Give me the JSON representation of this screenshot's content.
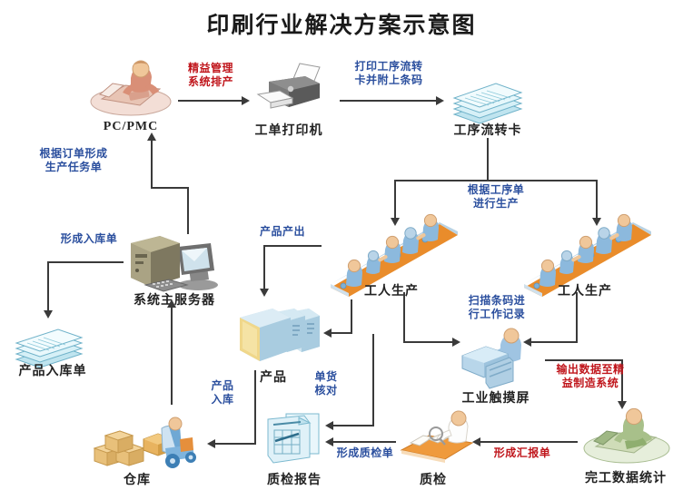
{
  "title": "印刷行业解决方案示意图",
  "colors": {
    "red_annotation": "#c0161c",
    "blue_annotation": "#2b4f9e",
    "connector": "#3a3a3a",
    "conveyor_orange": "#e98c2b",
    "worker_blue": "#8cb9dd",
    "background": "#ffffff"
  },
  "nodes": {
    "pc_pmc": {
      "label": "PC/PMC",
      "icon": "person-at-desk-icon"
    },
    "printer": {
      "label": "工单打印机",
      "icon": "printer-icon"
    },
    "process_flow_card": {
      "label": "工序流转卡",
      "icon": "card-stack-icon"
    },
    "main_server": {
      "label": "系统主服务器",
      "icon": "server-and-monitor-icon"
    },
    "product_inbound_form": {
      "label": "产品入库单",
      "icon": "form-stack-icon"
    },
    "product": {
      "label": "产品",
      "icon": "product-boxes-icon"
    },
    "warehouse": {
      "label": "仓库",
      "icon": "forklift-and-cartons-icon"
    },
    "quality_report": {
      "label": "质检报告",
      "icon": "report-document-icon"
    },
    "quality_inspection": {
      "label": "质检",
      "icon": "inspector-with-magnifier-icon"
    },
    "industrial_touchscreen": {
      "label": "工业触摸屏",
      "icon": "touchscreen-terminal-icon"
    },
    "completion_data_statistics": {
      "label": "完工数据统计",
      "icon": "person-at-desk-green-icon"
    },
    "worker_production_left": {
      "label": "工人生产",
      "icon": "assembly-line-icon"
    },
    "worker_production_right": {
      "label": "工人生产",
      "icon": "assembly-line-icon"
    }
  },
  "edges": {
    "lean_scheduling": "精益管理\n系统排产",
    "print_flow_card": "打印工序流转\n卡并附上条码",
    "order_to_task": "根据订单形成\n生产任务单",
    "form_inbound": "形成入库单",
    "produce_by_order": "根据工序单\n进行生产",
    "product_output": "产品产出",
    "goods_check": "单货\n核对",
    "product_inbound": "产品\n入库",
    "scan_barcode": "扫描条码进\n行工作记录",
    "output_to_lean": "输出数据至精\n益制造系统",
    "form_report": "形成汇报单",
    "form_qc_sheet": "形成质检单"
  }
}
